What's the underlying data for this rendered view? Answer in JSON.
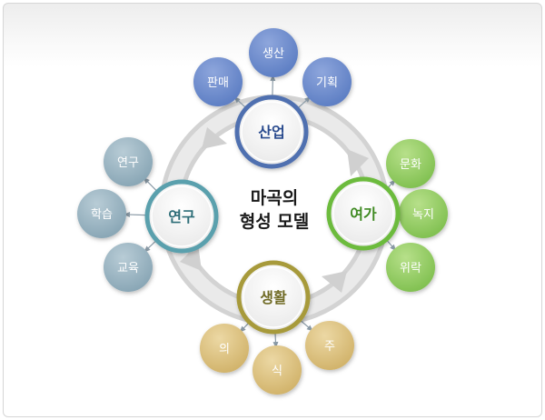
{
  "center": {
    "line1": "마곡의",
    "line2": "형성 모델",
    "color": "#1a1a1a"
  },
  "hubs": [
    {
      "id": "industry",
      "label": "산업",
      "color": "#4f6fb0",
      "text_color": "#2b4c8f",
      "leaves": [
        "판매",
        "생산",
        "기획"
      ]
    },
    {
      "id": "leisure",
      "label": "여가",
      "color": "#6cbb3c",
      "text_color": "#3f8a22",
      "leaves": [
        "문화",
        "녹지",
        "위락"
      ]
    },
    {
      "id": "living",
      "label": "생활",
      "color": "#a79a3a",
      "text_color": "#6f6a24",
      "leaves": [
        "의",
        "식",
        "주"
      ]
    },
    {
      "id": "research",
      "label": "연구",
      "color": "#5aa0ad",
      "text_color": "#2e6e78",
      "leaves": [
        "연구",
        "학습",
        "교육"
      ]
    }
  ],
  "leaf_colors": {
    "industry": [
      "#8ea6dc",
      "#5e7fc4"
    ],
    "leisure": [
      "#b7e08a",
      "#82c152"
    ],
    "living": [
      "#ecd8a4",
      "#d2b46c"
    ],
    "research": [
      "#b8ccd6",
      "#8aa7b6"
    ]
  },
  "ring_color": "#c8c8c8"
}
